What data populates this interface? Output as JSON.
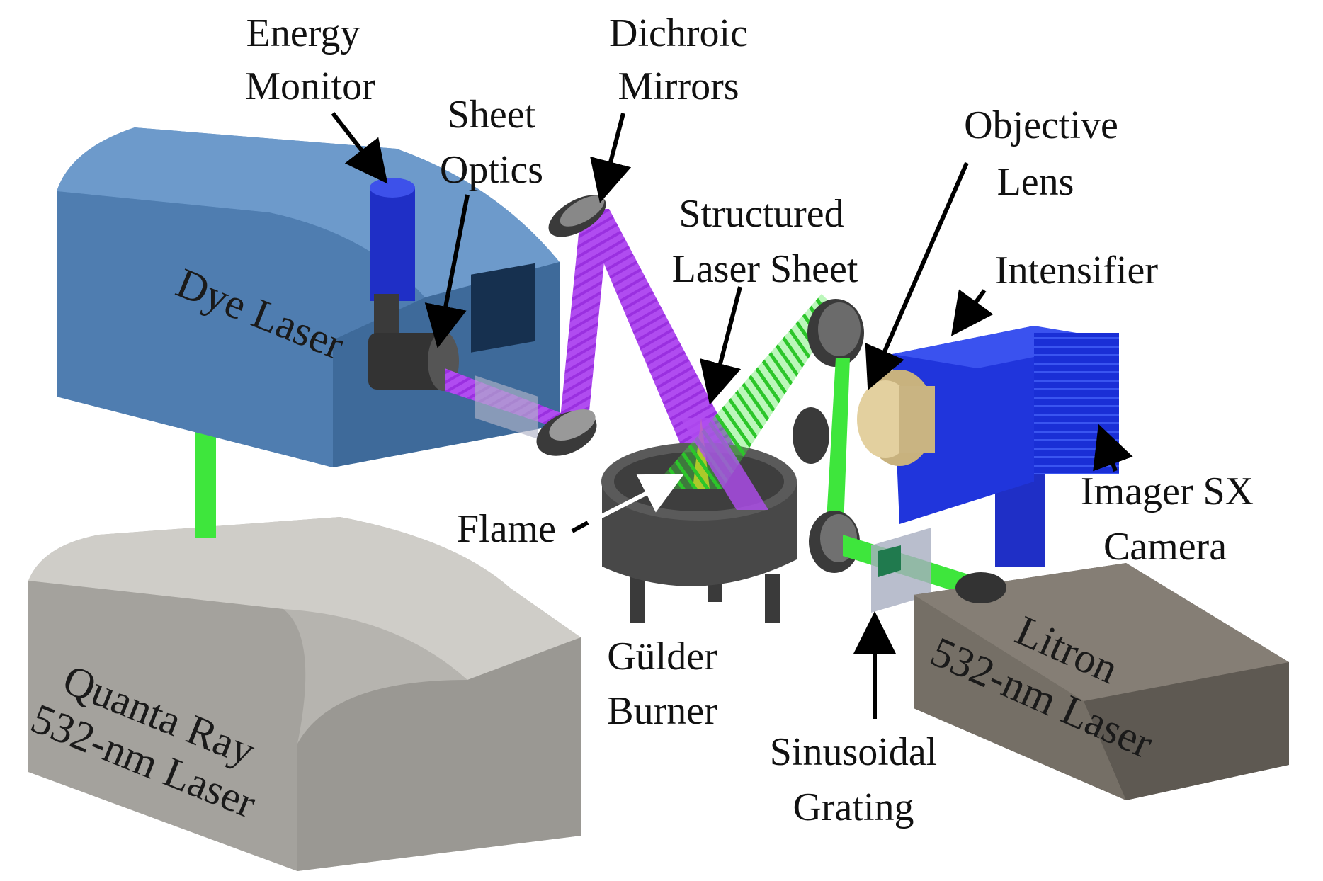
{
  "colors": {
    "green_beam": "#3ee63c",
    "purple_beam": "#b04cf0",
    "dye_laser_body": "#4a7aab",
    "quanta_ray_body": "#a9a7a2",
    "litron_body": "#6e6860",
    "camera_blue": "#1a2fd6",
    "burner_gray": "#4a4a4a",
    "objective_gold": "#d8c38f"
  },
  "icons": {
    "arrow": "arrow-icon"
  },
  "labels": {
    "energy_monitor": [
      "Energy",
      "Monitor"
    ],
    "sheet_optics": [
      "Sheet",
      "Optics"
    ],
    "dichroic_mirrors": [
      "Dichroic",
      "Mirrors"
    ],
    "structured_laser_sheet": [
      "Structured",
      "Laser Sheet"
    ],
    "objective_lens": [
      "Objective",
      "Lens"
    ],
    "intensifier": [
      "Intensifier"
    ],
    "imager_sx_camera": [
      "Imager SX",
      "Camera"
    ],
    "flame": [
      "Flame"
    ],
    "gulder_burner": [
      "Gülder",
      "Burner"
    ],
    "sinusoidal_grating": [
      "Sinusoidal",
      "Grating"
    ],
    "dye_laser": [
      "Dye Laser"
    ],
    "quanta_ray": [
      "Quanta Ray",
      "532-nm Laser"
    ],
    "litron": [
      "Litron",
      "532-nm Laser"
    ]
  }
}
